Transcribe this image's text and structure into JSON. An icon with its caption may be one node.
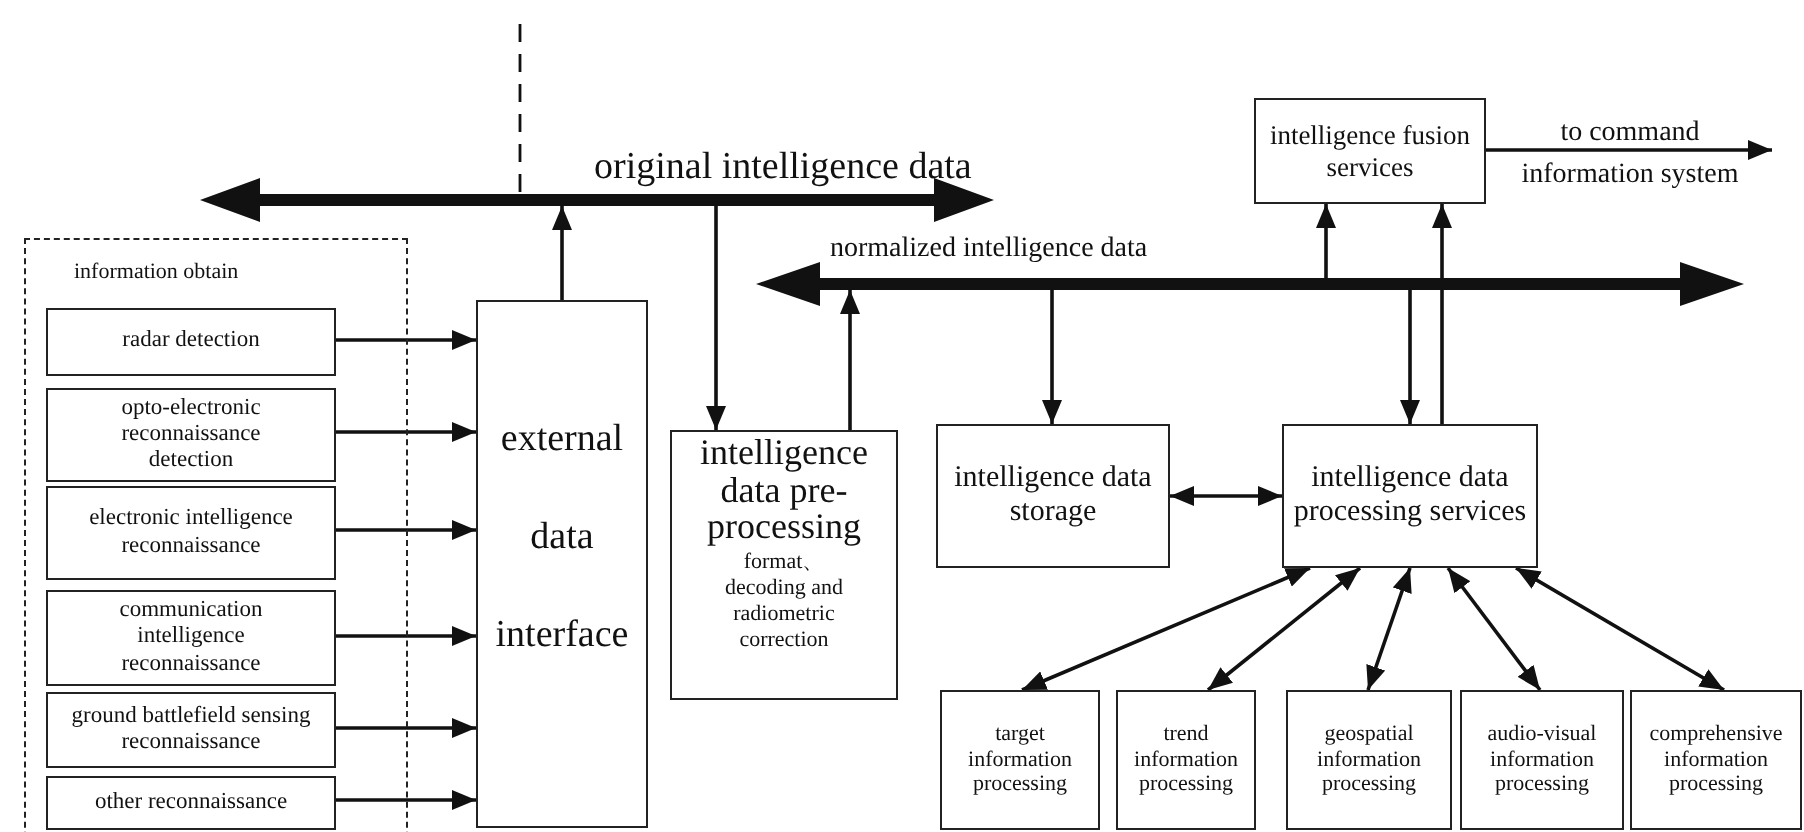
{
  "diagram": {
    "nodes": [
      {
        "text": [
          "original intelligence data"
        ]
      },
      {
        "text": [
          "normalized intelligence data"
        ]
      },
      {
        "text": [
          "information obtain"
        ]
      },
      {
        "text": [
          "radar detection"
        ],
        "in": 2
      },
      {
        "text": [
          "opto-electronic reconnaissance detection"
        ],
        "in": 2
      },
      {
        "text": [
          "electronic intelligence reconnaissance"
        ],
        "in": 2
      },
      {
        "text": [
          "communication intelligence reconnaissance"
        ],
        "in": 2
      },
      {
        "text": [
          "ground battlefield sensing reconnaissance"
        ],
        "in": 2
      },
      {
        "text": [
          "other reconnaissance"
        ],
        "in": 2
      },
      {
        "text": [
          "external data interface"
        ]
      },
      {
        "text": [
          "intelligence data pre-processing",
          "format、decoding and radiometric correction"
        ]
      },
      {
        "text": [
          "intelligence fusion services"
        ]
      },
      {
        "text": [
          "intelligence data storage"
        ]
      },
      {
        "text": [
          "intelligence data processing services"
        ]
      },
      {
        "text": [
          "target information processing"
        ]
      },
      {
        "text": [
          "trend information processing"
        ]
      },
      {
        "text": [
          "geospatial information processing"
        ]
      },
      {
        "text": [
          "audio-visual information processing"
        ]
      },
      {
        "text": [
          "comprehensive information processing"
        ]
      }
    ],
    "edges": [
      {
        "from": 3,
        "to": 9,
        "arrow": "to"
      },
      {
        "from": 4,
        "to": 9,
        "arrow": "to"
      },
      {
        "from": 5,
        "to": 9,
        "arrow": "to"
      },
      {
        "from": 6,
        "to": 9,
        "arrow": "to"
      },
      {
        "from": 7,
        "to": 9,
        "arrow": "to"
      },
      {
        "from": 8,
        "to": 9,
        "arrow": "to"
      },
      {
        "from": 9,
        "to": 0,
        "arrow": "to"
      },
      {
        "from": 0,
        "to": 10,
        "arrow": "to"
      },
      {
        "from": 10,
        "to": 1,
        "arrow": "to"
      },
      {
        "from": 1,
        "to": 12,
        "arrow": "to"
      },
      {
        "from": 1,
        "to": 13,
        "arrow": "to"
      },
      {
        "from": 1,
        "to": 11,
        "arrow": "to"
      },
      {
        "from": 13,
        "to": 11,
        "arrow": "to"
      },
      {
        "from": 12,
        "to": 13,
        "arrow": "both"
      },
      {
        "from": 13,
        "to": 14,
        "arrow": "both"
      },
      {
        "from": 13,
        "to": 15,
        "arrow": "both"
      },
      {
        "from": 13,
        "to": 16,
        "arrow": "both"
      },
      {
        "from": 13,
        "to": 17,
        "arrow": "both"
      },
      {
        "from": 13,
        "to": 18,
        "arrow": "both"
      },
      {
        "from": 11,
        "to": null,
        "arrow": "to",
        "label": "to command information system"
      },
      {
        "from": null,
        "to": 0,
        "arrow": "none",
        "style": "dashed"
      }
    ]
  }
}
